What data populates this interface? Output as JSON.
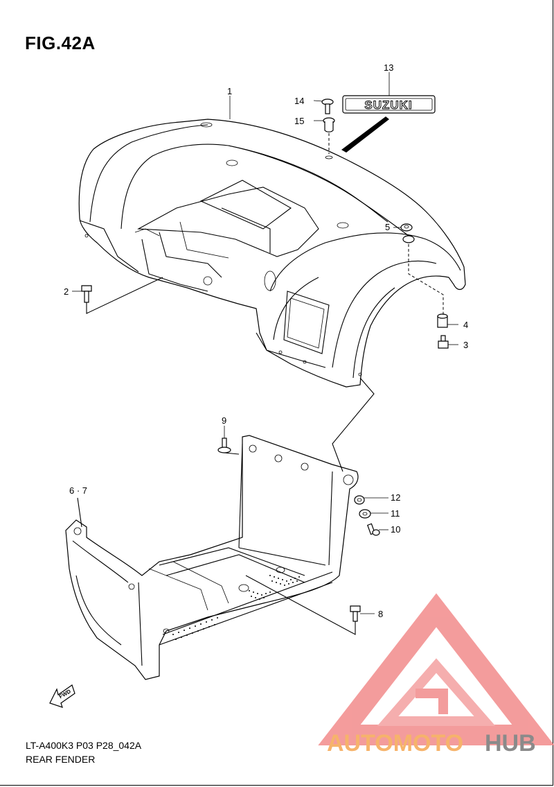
{
  "figure": {
    "title": "FIG.42A",
    "code": "LT-A400K3 P03 P28_042A",
    "name": "REAR FENDER"
  },
  "brand_decal": "SUZUKI",
  "direction_label": "FWD",
  "callouts": [
    {
      "id": "c1",
      "label": "1"
    },
    {
      "id": "c2",
      "label": "2"
    },
    {
      "id": "c3",
      "label": "3"
    },
    {
      "id": "c4",
      "label": "4"
    },
    {
      "id": "c5",
      "label": "5"
    },
    {
      "id": "c67",
      "label": "6 · 7"
    },
    {
      "id": "c8",
      "label": "8"
    },
    {
      "id": "c9",
      "label": "9"
    },
    {
      "id": "c10",
      "label": "10"
    },
    {
      "id": "c11",
      "label": "11"
    },
    {
      "id": "c12",
      "label": "12"
    },
    {
      "id": "c13",
      "label": "13"
    },
    {
      "id": "c14",
      "label": "14"
    },
    {
      "id": "c15",
      "label": "15"
    }
  ],
  "watermark": {
    "part1": "AUTOMOTO",
    "part2": "HUB",
    "color_primary": "#f08a8a",
    "color_secondary": "#f6b36b",
    "color_dark": "#8a8a8a"
  }
}
